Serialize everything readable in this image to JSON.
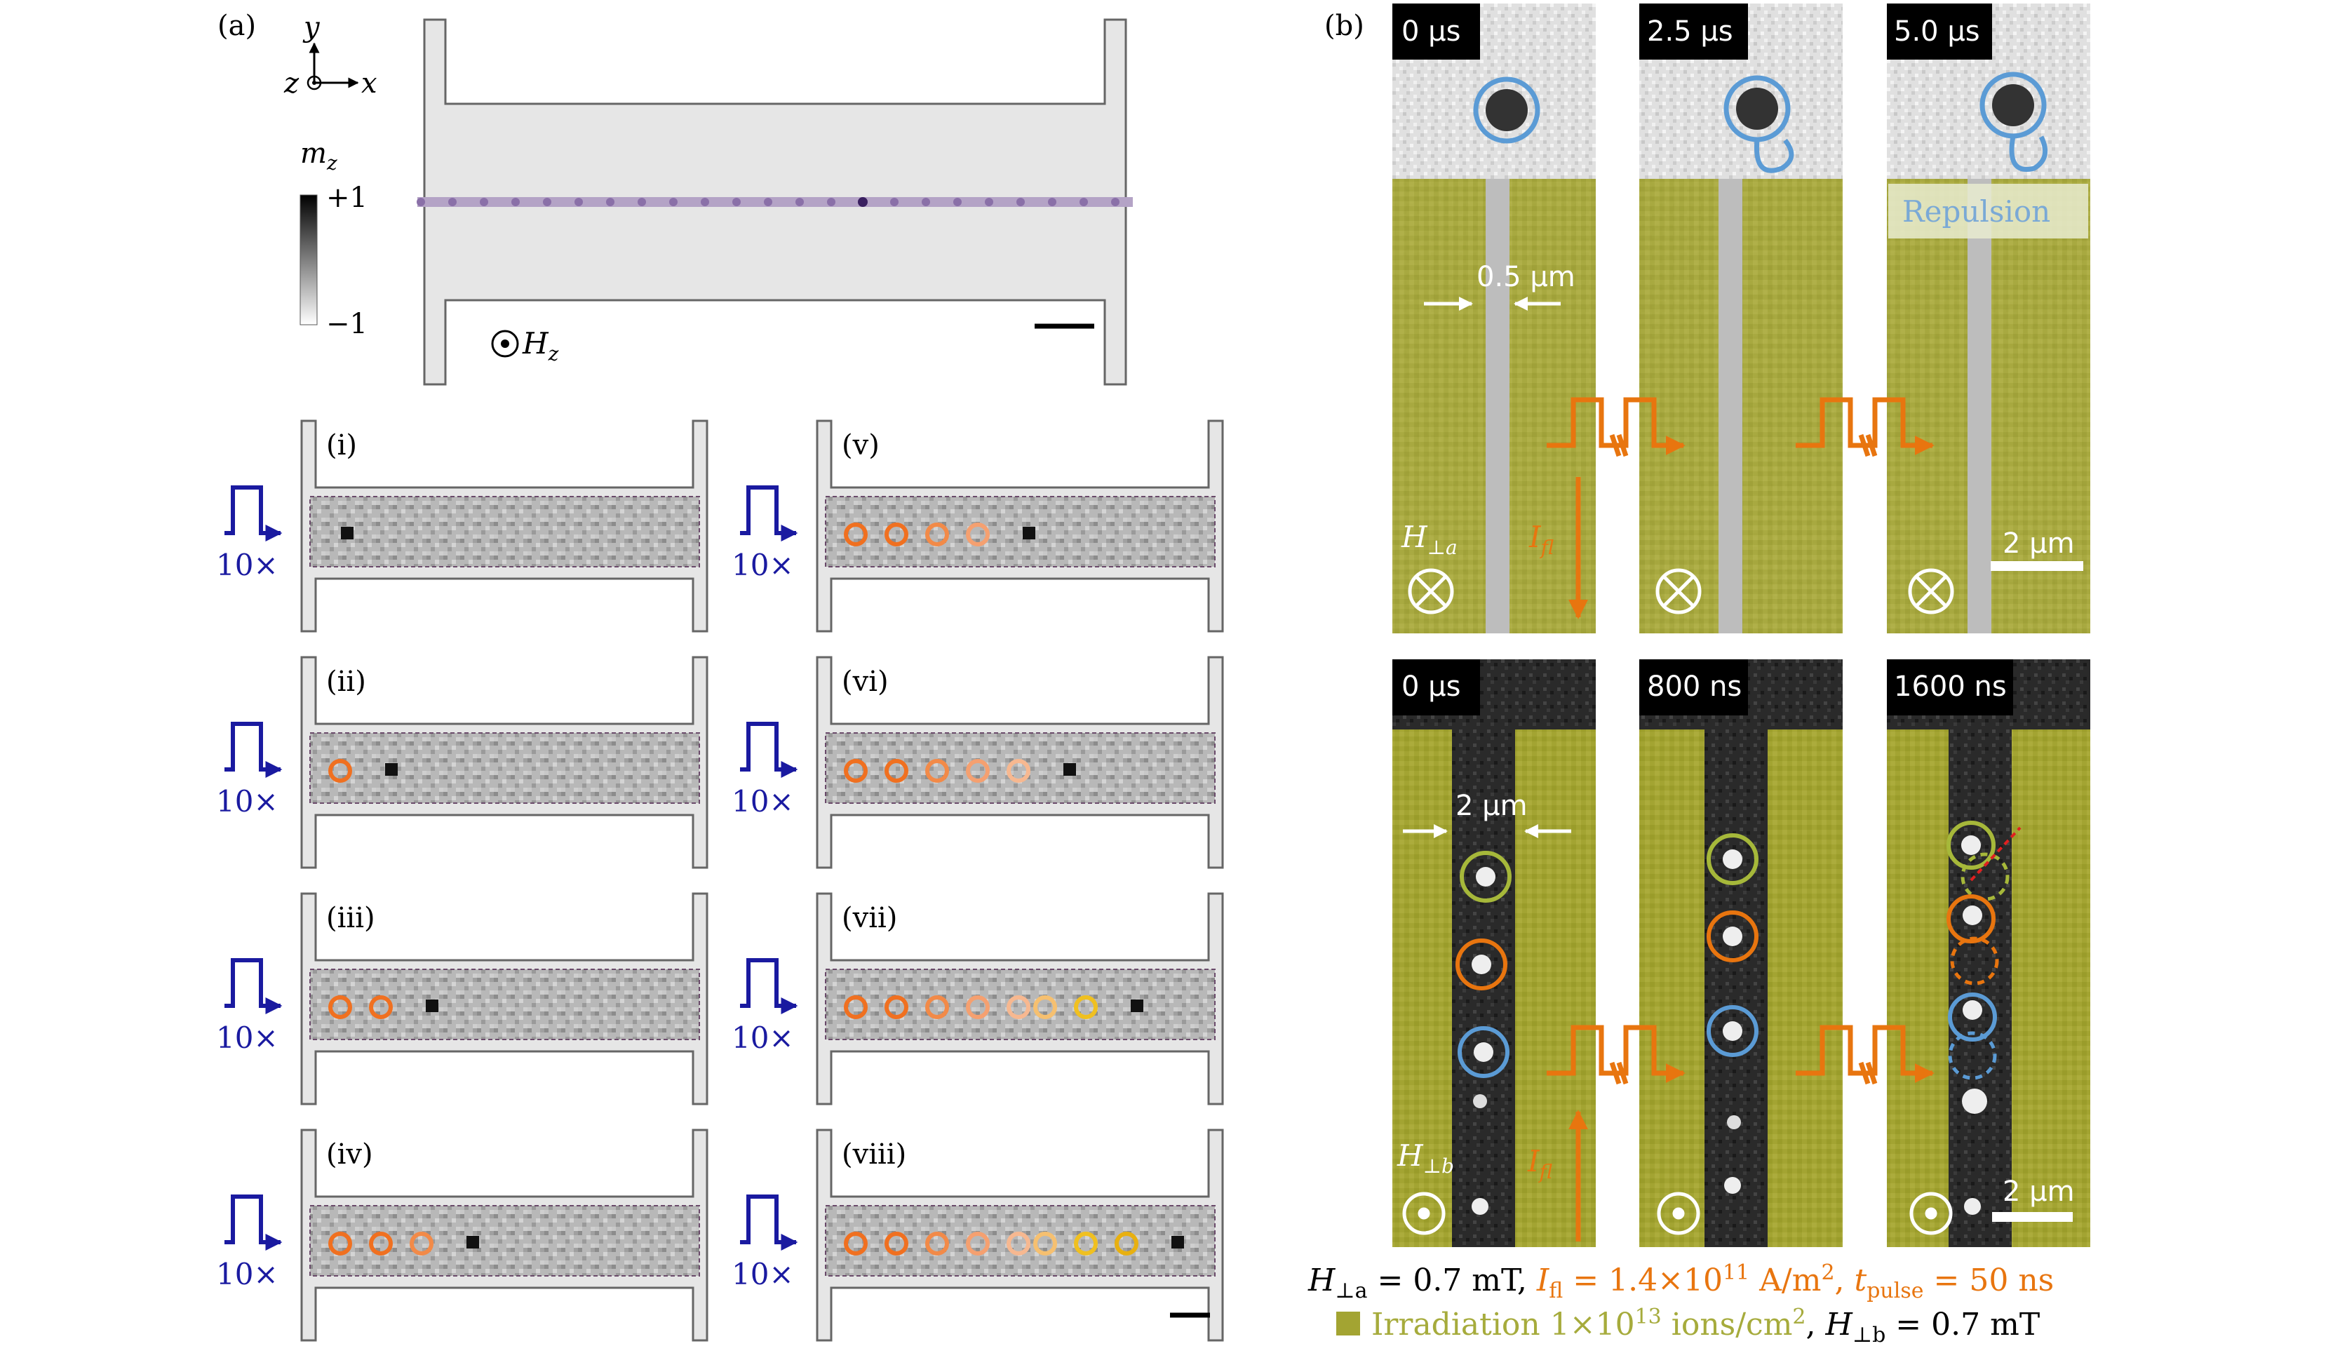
{
  "panel_a": {
    "label": "(a)",
    "axes": {
      "y": "y",
      "z": "z",
      "x": "x"
    },
    "colorbar": {
      "title": "m",
      "title_sub": "z",
      "max": "+1",
      "min": "−1"
    },
    "field": {
      "symbol": "⊙",
      "label": "H",
      "label_sub": "z"
    }
  },
  "subpanels": [
    {
      "label": "(i)",
      "pulse": "10×",
      "marks": []
    },
    {
      "label": "(ii)",
      "pulse": "10×",
      "marks": [
        "#f07020"
      ]
    },
    {
      "label": "(iii)",
      "pulse": "10×",
      "marks": [
        "#f07020",
        "#f07020"
      ]
    },
    {
      "label": "(iv)",
      "pulse": "10×",
      "marks": [
        "#f07020",
        "#f07020",
        "#f28a48"
      ]
    },
    {
      "label": "(v)",
      "pulse": "10×",
      "marks": [
        "#f07020",
        "#f07020",
        "#f28a48",
        "#f5a070"
      ]
    },
    {
      "label": "(vi)",
      "pulse": "10×",
      "marks": [
        "#f07020",
        "#f07020",
        "#f28a48",
        "#f5a070",
        "#f7b890"
      ]
    },
    {
      "label": "(vii)",
      "pulse": "10×",
      "marks": [
        "#f07020",
        "#f07020",
        "#f28a48",
        "#f5a070",
        "#f7b890",
        "#f6c070",
        "#f0c020"
      ]
    },
    {
      "label": "(viii)",
      "pulse": "10×",
      "marks": [
        "#f07020",
        "#f07020",
        "#f28a48",
        "#f5a070",
        "#f7b890",
        "#f6c070",
        "#f0c020",
        "#e8b010"
      ]
    }
  ],
  "panel_b": {
    "label": "(b)",
    "top": {
      "times": [
        "0 μs",
        "2.5 μs",
        "5.0 μs"
      ],
      "width_label": "0.5 μm",
      "repulsion": "Repulsion",
      "field_label": "H",
      "field_sub": "⊥a",
      "current_label": "I",
      "current_sub": "fl",
      "scale": "2 μm"
    },
    "bottom": {
      "times": [
        "0 μs",
        "800 ns",
        "1600 ns"
      ],
      "width_label": "2 μm",
      "field_label": "H",
      "field_sub": "⊥b",
      "current_label": "I",
      "current_sub": "fl",
      "scale": "2 μm"
    },
    "caption_line1": {
      "part1": "H",
      "part1_sub": "⊥a",
      "part1_rest": " = 0.7 mT, ",
      "part2": "I",
      "part2_sub": "fl",
      "part2_rest": " = 1.4×10",
      "part2_exp": "11",
      "part2_unit": " A/m",
      "part2_unit_exp": "2",
      "part2_comma": ", ",
      "part3": "t",
      "part3_sub": "pulse",
      "part3_rest": " = 50 ns"
    },
    "caption_line2": {
      "irr": "Irradiation 1×10",
      "irr_exp": "13",
      "irr_unit": " ions/cm",
      "irr_unit_exp": "2",
      "sep": ", ",
      "field": "H",
      "field_sub": "⊥b",
      "field_rest": " = 0.7 mT"
    }
  },
  "colors": {
    "orange": "#e8750f",
    "blue_pulse": "#1a1aa0",
    "skyrmion_blue": "#5b9bd5",
    "green_ring": "#a6b83a",
    "irradiation": "#9ea52c",
    "track": "#e6e6e6"
  }
}
